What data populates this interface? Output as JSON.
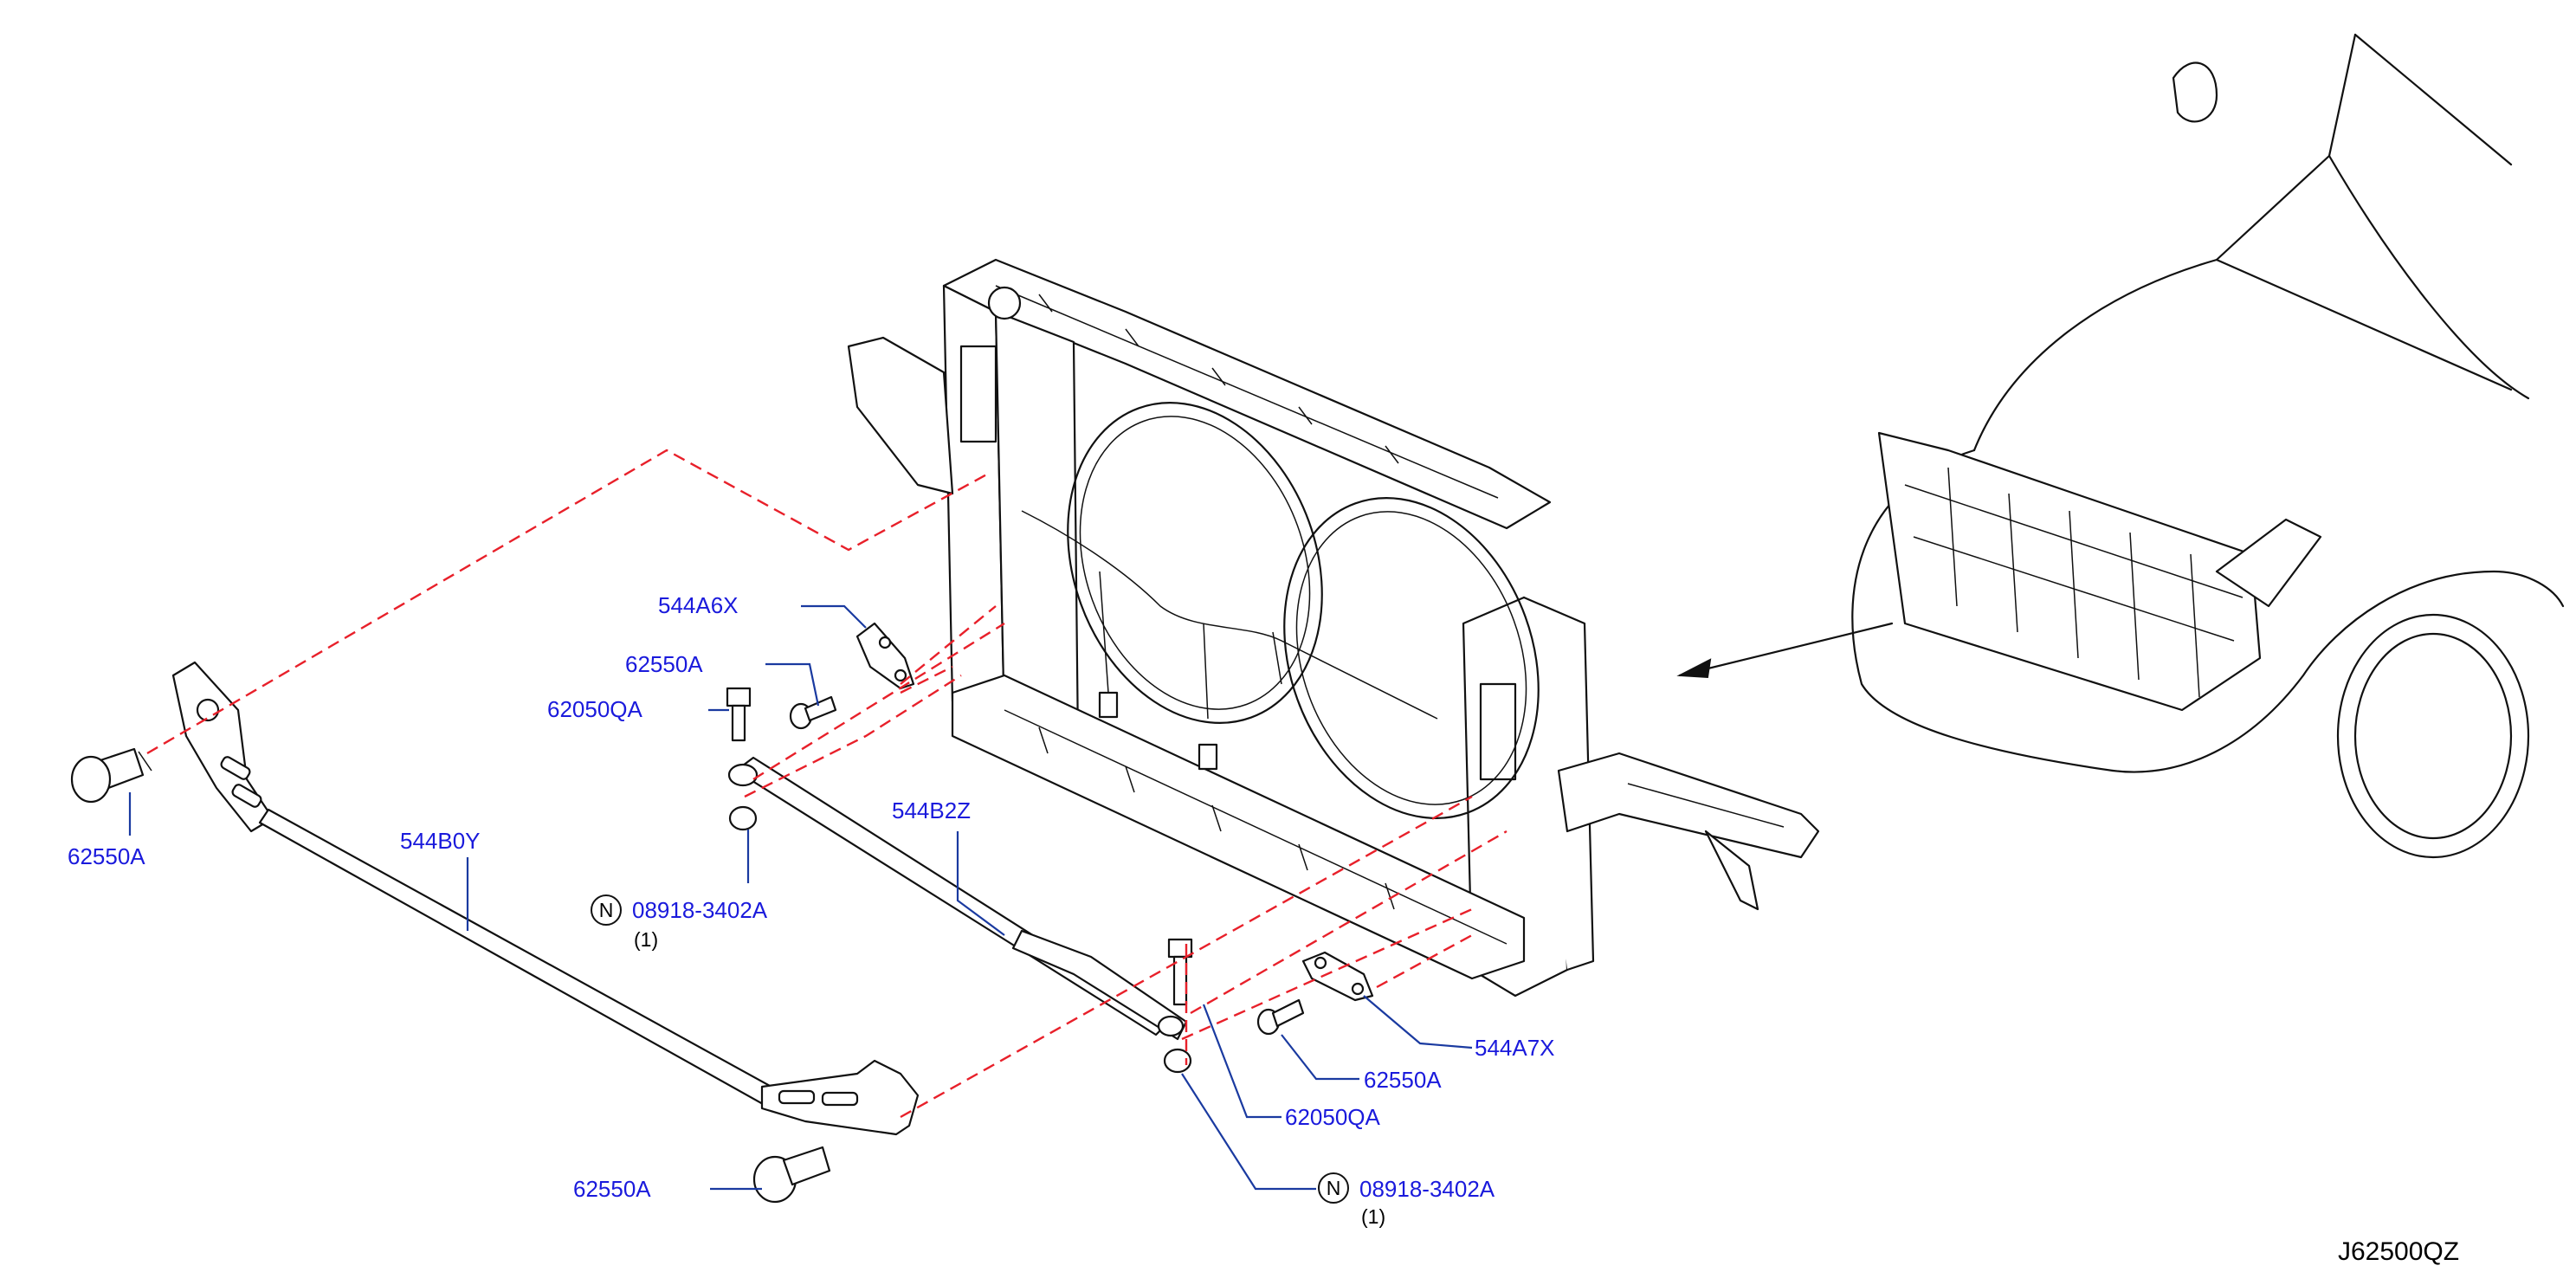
{
  "diagram": {
    "reference_code": "J62500QZ",
    "parts": [
      {
        "id": "p1",
        "label": "544A6X"
      },
      {
        "id": "p2",
        "label": "62550A"
      },
      {
        "id": "p3",
        "label": "62050QA"
      },
      {
        "id": "p4",
        "label": "62550A"
      },
      {
        "id": "p5",
        "label": "544B0Y"
      },
      {
        "id": "p6",
        "label": "544B2Z"
      },
      {
        "id": "p7",
        "label": "08918-3402A",
        "note": "(1)",
        "badge": "N"
      },
      {
        "id": "p8",
        "label": "544A7X"
      },
      {
        "id": "p9",
        "label": "62550A"
      },
      {
        "id": "p10",
        "label": "62050QA"
      },
      {
        "id": "p11",
        "label": "08918-3402A",
        "note": "(1)",
        "badge": "N"
      },
      {
        "id": "p12",
        "label": "62550A"
      }
    ]
  }
}
